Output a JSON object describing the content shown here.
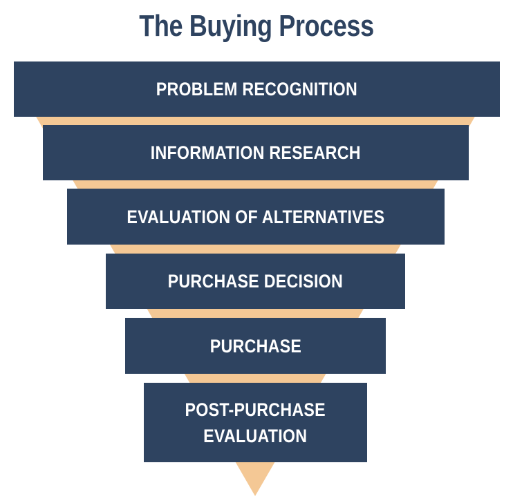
{
  "title": "The Buying Process",
  "colors": {
    "title": "#2e4360",
    "box": "#2e4360",
    "funnel": "#f4c895",
    "label": "#ffffff"
  },
  "stages": [
    {
      "label": "PROBLEM RECOGNITION"
    },
    {
      "label": "INFORMATION RESEARCH"
    },
    {
      "label": "EVALUATION OF ALTERNATIVES"
    },
    {
      "label": "PURCHASE DECISION"
    },
    {
      "label": "PURCHASE"
    },
    {
      "label": "POST-PURCHASE\nEVALUATION"
    }
  ]
}
